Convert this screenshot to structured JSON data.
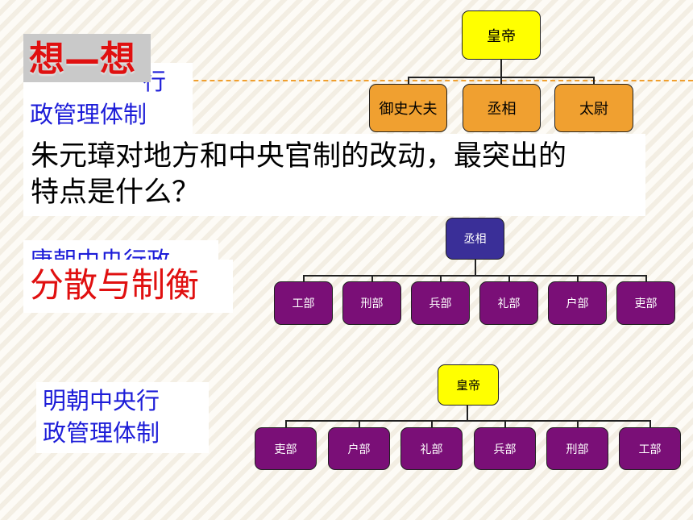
{
  "qin_label": {
    "line1": "行",
    "line2": "政管理体制"
  },
  "think_badge": "想—想",
  "question": {
    "line1": "朱元璋对地方和中央官制的改动，最突出的",
    "line2": "特点是什么？"
  },
  "tang_label": "唐朝中央行政",
  "answer": "分散与制衡",
  "ming_label": {
    "line1": "明朝中央行",
    "line2": "政管理体制"
  },
  "chart1": {
    "root": "皇帝",
    "children": [
      "御史大夫",
      "丞相",
      "太尉"
    ]
  },
  "chart2": {
    "root": "丞相",
    "children": [
      "工部",
      "刑部",
      "兵部",
      "礼部",
      "户部",
      "吏部"
    ]
  },
  "chart3": {
    "root": "皇帝",
    "children": [
      "吏部",
      "户部",
      "礼部",
      "兵部",
      "刑部",
      "工部"
    ]
  },
  "colors": {
    "emperor_box": "#ffff00",
    "minister_box": "#f0a030",
    "chancellor_box": "#3a2f98",
    "ministry_box": "#7a0f77",
    "label_blue": "#1c1cd8",
    "answer_red": "#e01010",
    "accent_line": "#f0a030"
  }
}
